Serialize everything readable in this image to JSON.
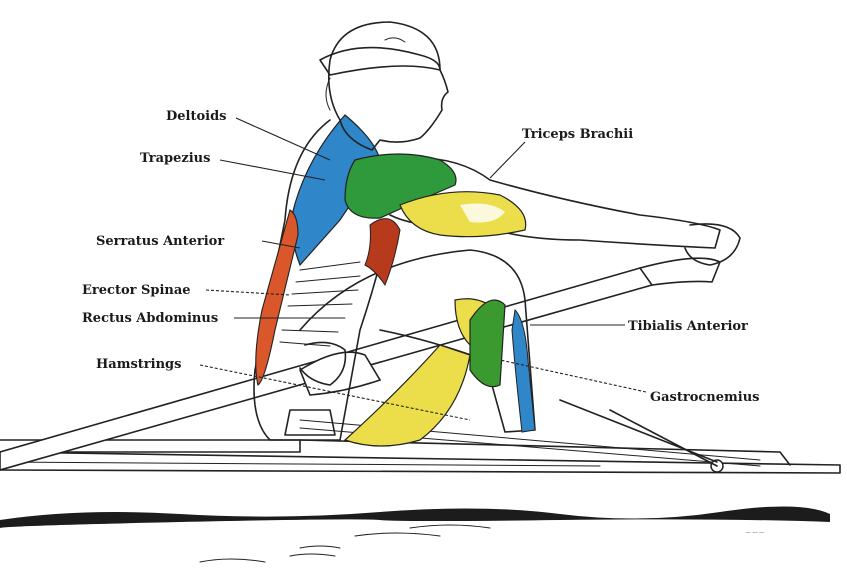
{
  "labels": {
    "deltoids": "Deltoids",
    "trapezius": "Trapezius",
    "serratus_anterior": "Serratus Anterior",
    "erector_spinae": "Erector Spinae",
    "rectus_abdominus": "Rectus Abdominus",
    "hamstrings": "Hamstrings",
    "triceps_brachii": "Triceps Brachii",
    "tibialis_anterior": "Tibialis Anterior",
    "gastrocnemius": "Gastrocnemius"
  },
  "colors": {
    "trapezius": "#2f86c8",
    "deltoids": "#2f9a3c",
    "triceps": "#ecde4a",
    "serratus": "#b83a1c",
    "erector": "#d9572a",
    "hamstrings": "#ecde4a",
    "gastrocnemius": "#3a9a30",
    "tibialis": "#2f86c8"
  }
}
